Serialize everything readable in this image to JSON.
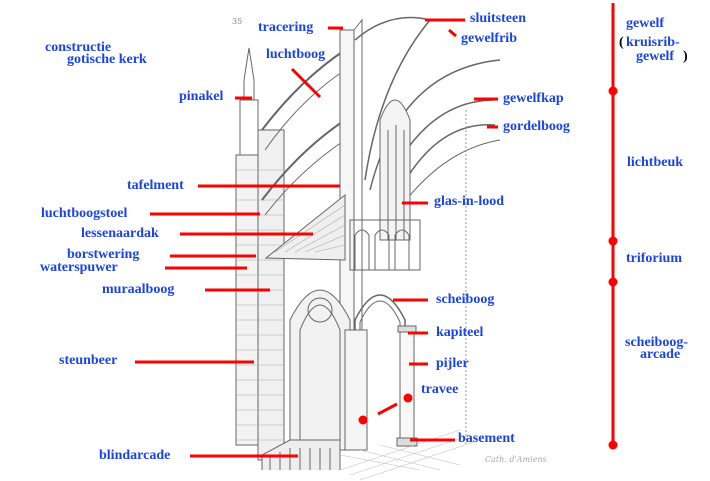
{
  "title": {
    "line1": "constructie",
    "line2": "gotische kerk"
  },
  "page_number": "35",
  "signature": "Cath. d'Amiens",
  "colors": {
    "label": "#1a44e6",
    "leader": "#ff0000",
    "drawing": "#555555"
  },
  "labels": {
    "tracering": "tracering",
    "luchtboog": "luchtboog",
    "pinakel": "pinakel",
    "tafelment": "tafelment",
    "luchtboogstoel": "luchtboogstoel",
    "lessenaardak": "lessenaardak",
    "borstwering": "borstwering",
    "waterspuwer": "waterspuwer",
    "muraalboog": "muraalboog",
    "steunbeer": "steunbeer",
    "blindarcade": "blindarcade",
    "sluitsteen": "sluitsteen",
    "gewelfrib": "gewelfrib",
    "gewelfkap": "gewelfkap",
    "gordelboog": "gordelboog",
    "glas_in_lood": "glas-in-lood",
    "scheiboog": "scheiboog",
    "kapiteel": "kapiteel",
    "pijler": "pijler",
    "travee": "travee",
    "basement": "basement"
  },
  "levels": {
    "gewelf": "gewelf",
    "gewelf_paren_open": "(",
    "gewelf_sub1": "kruisrib-",
    "gewelf_sub2": "gewelf",
    "gewelf_paren_close": ")",
    "lichtbeuk": "lichtbeuk",
    "triforium": "triforium",
    "arcade_line1": "scheiboog-",
    "arcade_line2": "arcade"
  }
}
